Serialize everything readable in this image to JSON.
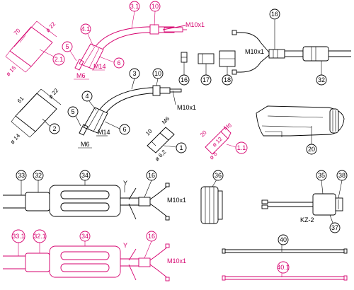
{
  "labels": {
    "p3_1": "3.1",
    "p10_top": "10",
    "p4_1": "4.1",
    "p5_top": "5",
    "p6_top": "6",
    "p2_1": "2.1",
    "m10x1_top": "M10x1",
    "m6_top": "M6",
    "m14_top": "M14",
    "d22_top": "ø 22",
    "len70": "70",
    "d16_top": "ø 16",
    "p16_small": "16",
    "p17": "17",
    "p18": "18",
    "p16_right": "16",
    "m10x1_right": "M10x1",
    "p32": "32",
    "p3": "3",
    "p10_mid": "10",
    "p4": "4",
    "p5_mid": "5",
    "p6_mid": "6",
    "p2": "2",
    "m10x1_mid": "M10x1",
    "m6_mid": "M6",
    "m14_mid": "M14",
    "d22_mid": "ø 22",
    "len61": "61",
    "d14_mid": "ø 14",
    "p1": "1",
    "d6_2": "ø 6,2",
    "len10": "10",
    "m6_p1": "M6",
    "p1_1": "1.1",
    "len20": "20",
    "m6_p11": "M6",
    "d8": "ø 8",
    "d12": "ø 12",
    "p20": "20",
    "p33": "33",
    "p32_bot": "32",
    "p34": "34",
    "p16_bot": "16",
    "m10x1_bot": "M10x1",
    "p36": "36",
    "p35": "35",
    "p38": "38",
    "p37": "37",
    "kz2": "KZ-2",
    "p33_1": "33.1",
    "p32_1": "32.1",
    "p34_m": "34",
    "p16_m": "16",
    "m10x1_m": "M10x1",
    "p40": "40",
    "p40_1": "40.1"
  },
  "colors": {
    "black": "#000000",
    "magenta": "#d6006e"
  }
}
